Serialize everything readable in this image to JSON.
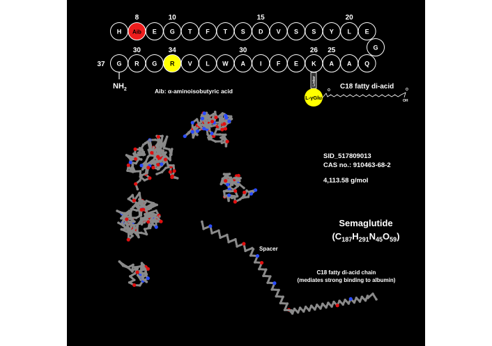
{
  "sequence": {
    "top_row": [
      "H",
      "Aib",
      "E",
      "G",
      "T",
      "F",
      "T",
      "S",
      "D",
      "V",
      "S",
      "S",
      "Y",
      "L",
      "E"
    ],
    "turn": "G",
    "bottom_row": [
      "G",
      "R",
      "G",
      "R",
      "V",
      "L",
      "W",
      "A",
      "I",
      "F",
      "E",
      "K",
      "A",
      "A",
      "Q"
    ],
    "top_numbers": [
      {
        "label": "8",
        "index": 1
      },
      {
        "label": "10",
        "index": 3
      },
      {
        "label": "15",
        "index": 8
      },
      {
        "label": "20",
        "index": 13
      }
    ],
    "bottom_numbers": [
      {
        "label": "30",
        "index": 1
      },
      {
        "label": "34",
        "index": 3
      },
      {
        "label": "30",
        "index": 7
      },
      {
        "label": "26",
        "index": 11
      },
      {
        "label": "25",
        "index": 12
      }
    ],
    "c_term_number": "37",
    "nh2_label": "NH",
    "nh2_sub": "2",
    "linker_label": "Linker",
    "glu_label": "L-γGlu",
    "fatty_acid_label": "C18 fatty di-acid",
    "oh_label": "OH",
    "o_label": "O",
    "aib_legend": "Aib: α-aminoisobutyric acid",
    "colors": {
      "aib": "#ee1c1c",
      "highlight": "#ffff00",
      "circle_stroke": "#ffffff"
    }
  },
  "info": {
    "sid": "SID_517809013",
    "cas": "CAS no.: 910463-68-2",
    "mw": "4,113.58 g/mol",
    "name": "Semaglutide",
    "formula_parts": [
      "(C",
      "187",
      "H",
      "291",
      "N",
      "45",
      "O",
      "59",
      ")"
    ]
  },
  "model_labels": {
    "spacer": "Spacer",
    "chain_line1": "C18 fatty di-acid chain",
    "chain_line2": "(mediates strong binding to albumin)"
  },
  "atom_colors": {
    "carbon": "#8a8a8a",
    "oxygen": "#e01010",
    "nitrogen": "#2a4cff"
  }
}
